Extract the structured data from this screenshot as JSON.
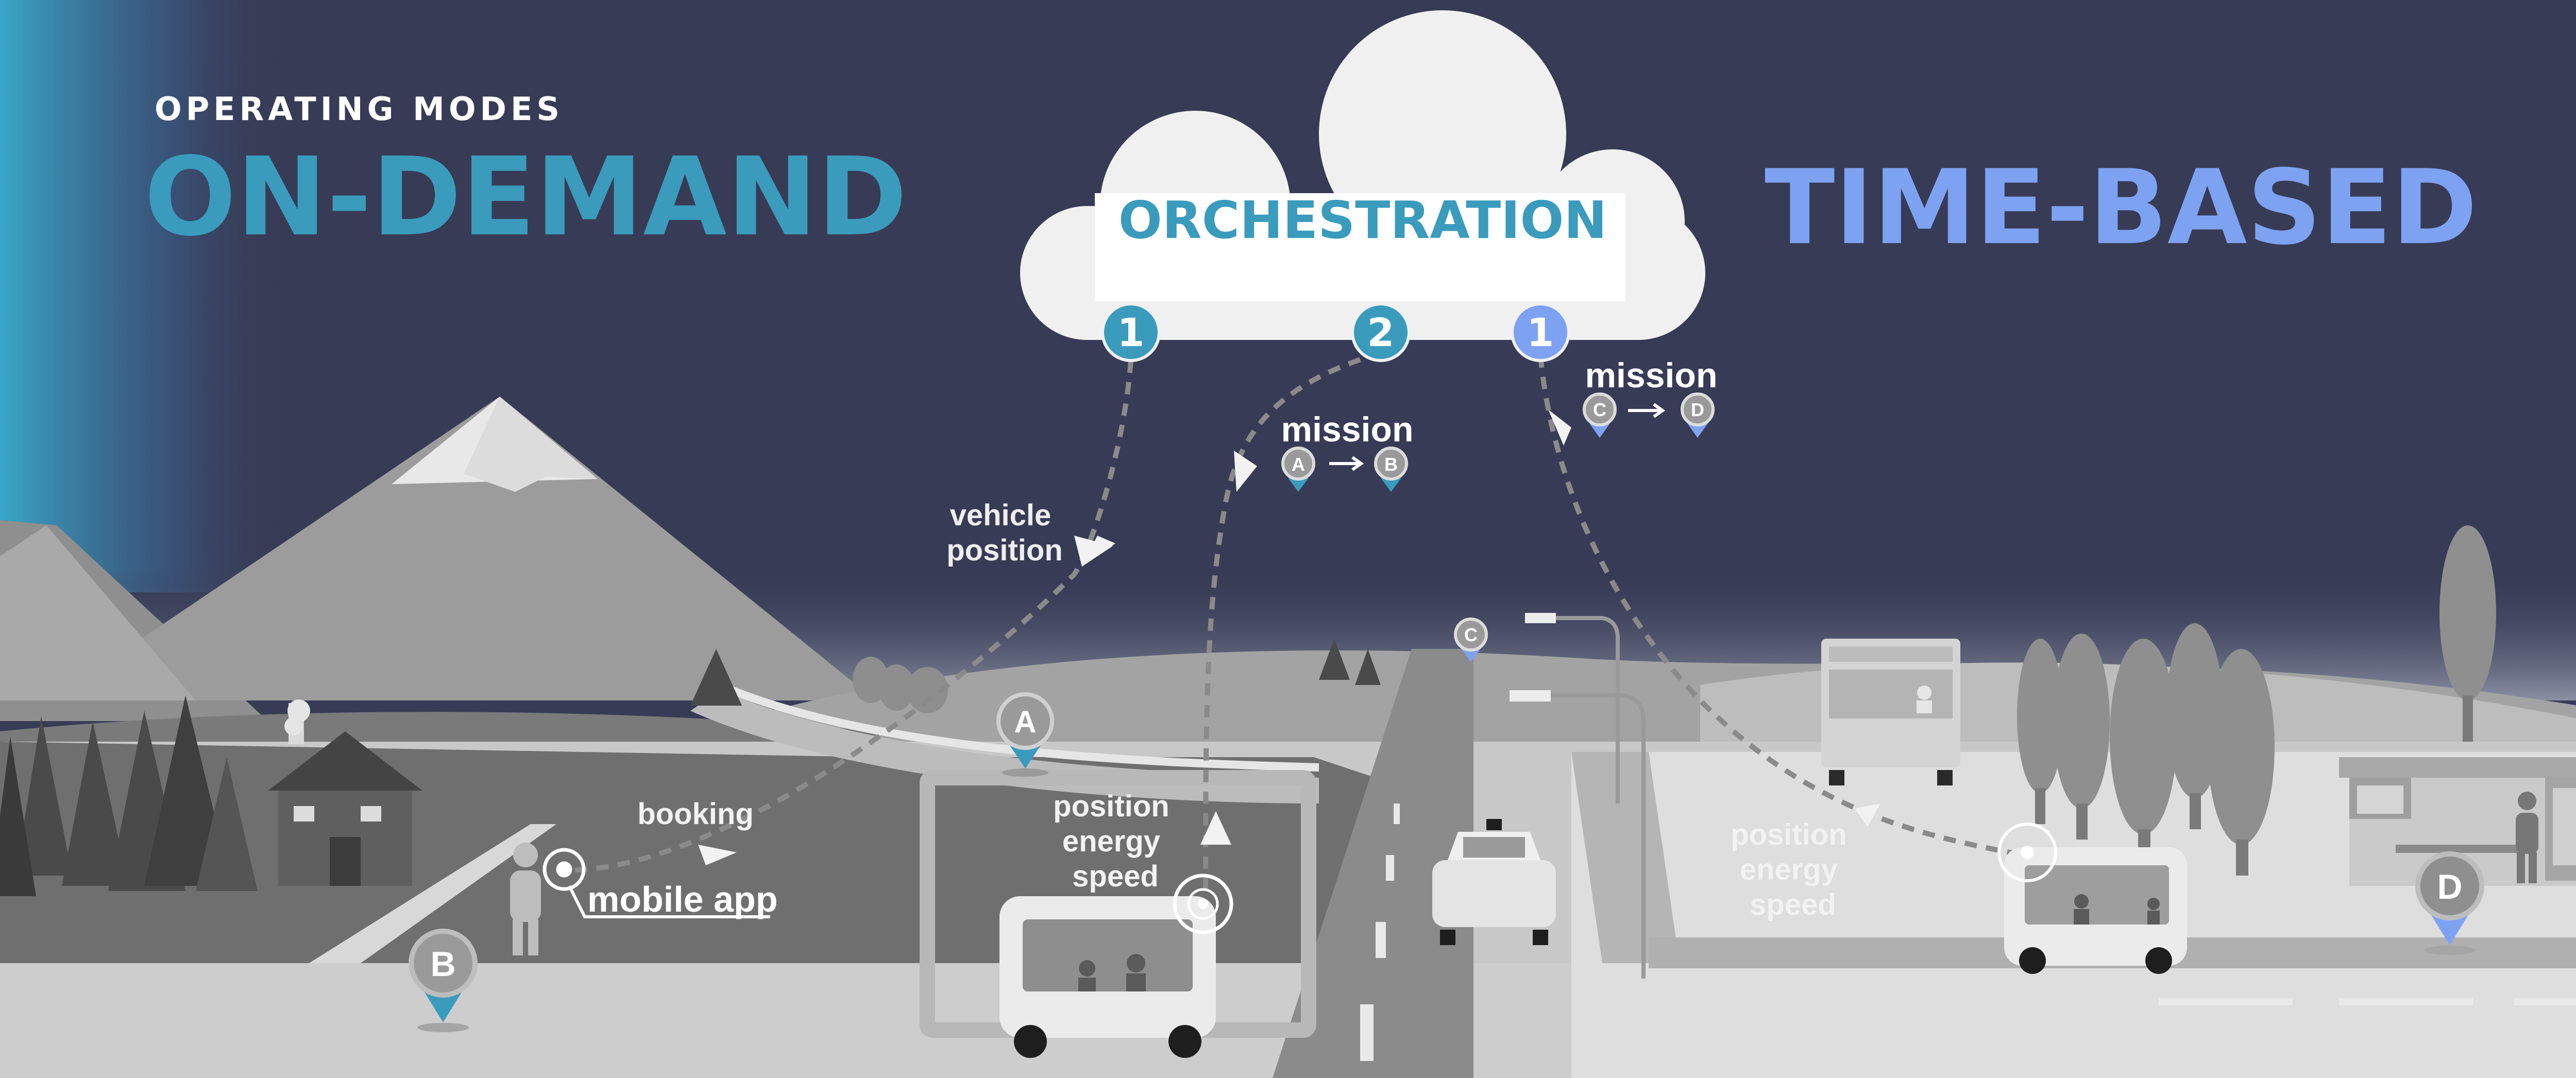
{
  "header": {
    "subtitle": "OPERATING MODES",
    "left_title": "ON-DEMAND",
    "right_title": "TIME-BASED"
  },
  "cloud": {
    "label": "ORCHESTRATION"
  },
  "steps": {
    "left": "1",
    "middle": "2",
    "right": "1"
  },
  "labels": {
    "vehicle_position": [
      "vehicle",
      "position"
    ],
    "mission_left": "mission",
    "mission_right": "mission",
    "booking": "booking",
    "mobile_app": "mobile app",
    "telemetry_left": [
      "position",
      "energy",
      "speed"
    ],
    "telemetry_right": [
      "position",
      "energy",
      "speed"
    ]
  },
  "pins": {
    "A": "A",
    "B": "B",
    "C": "C",
    "D": "D"
  },
  "colors": {
    "sky": "#383b55",
    "accent_left": "#3a9bbd",
    "accent_right": "#7ea2f2",
    "cloud": "#f0f0f0",
    "ground": "#cfcfcf",
    "road": "#8d8d8d",
    "mountain": "#9a9a9a"
  },
  "icons": [
    "cloud-icon",
    "location-pin-icon",
    "arrow-right-icon",
    "person-icon",
    "shuttle-icon",
    "car-icon",
    "bus-icon",
    "tree-icon",
    "house-icon",
    "streetlight-icon"
  ]
}
